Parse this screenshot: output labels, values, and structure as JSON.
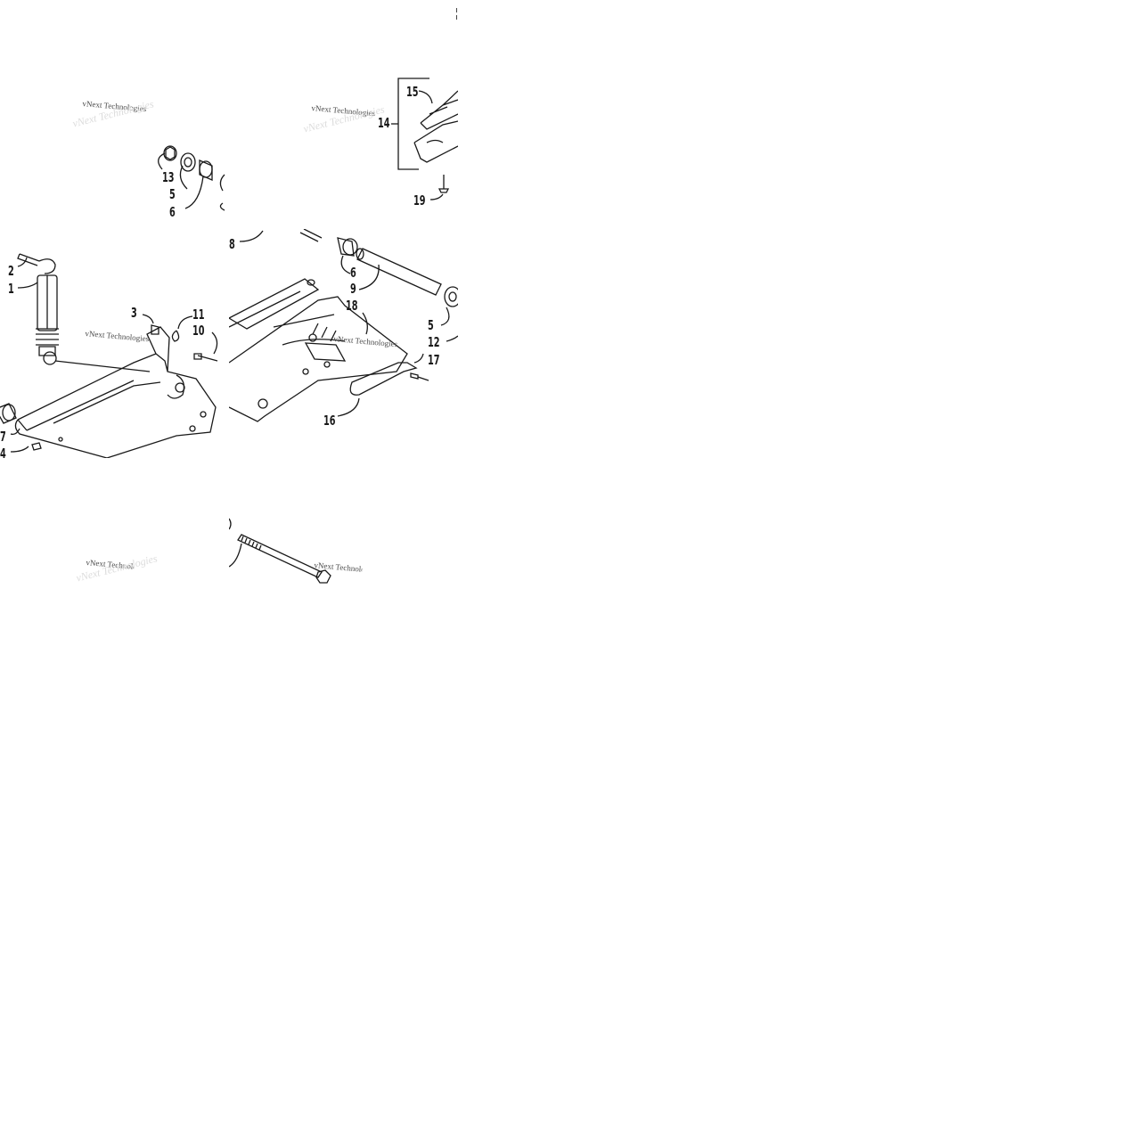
{
  "watermark_text": "vNext Technologies",
  "callouts": {
    "c1": "1",
    "c2": "2",
    "c3": "3",
    "c4": "4",
    "c5a": "5",
    "c5b": "5",
    "c6a": "6",
    "c6b": "6",
    "c7": "7",
    "c8": "8",
    "c9": "9",
    "c10": "10",
    "c11": "11",
    "c12": "12",
    "c13": "13",
    "c14": "14",
    "c15": "15",
    "c16": "16",
    "c17": "17",
    "c18": "18",
    "c19": "19"
  },
  "colors": {
    "line": "#1a1a1a",
    "background": "#ffffff",
    "watermark": "#4a4a4a"
  }
}
